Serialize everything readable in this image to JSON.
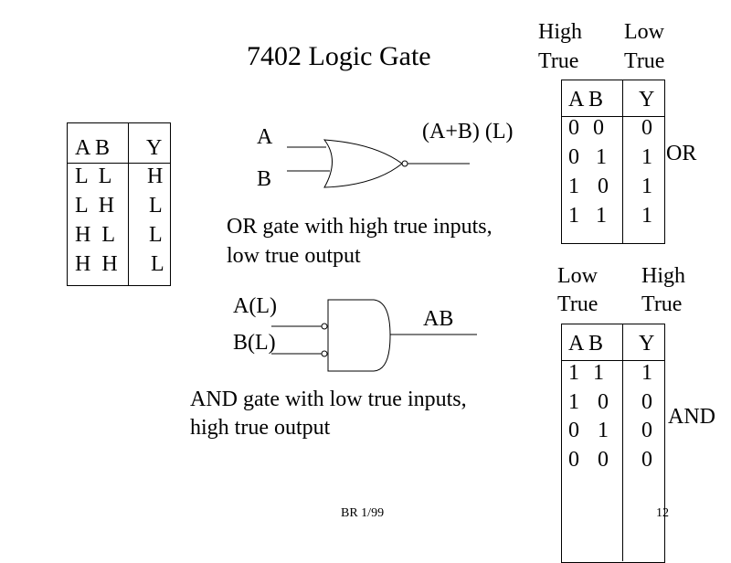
{
  "slide": {
    "title": "7402 Logic Gate",
    "footer_left": "BR 1/99",
    "page_number": "12"
  },
  "hl_table": {
    "header_ab": "A B",
    "header_y": "Y",
    "rows": [
      {
        "ab": "L  L",
        "y": "H"
      },
      {
        "ab": "L  H",
        "y": "L"
      },
      {
        "ab": "H  L",
        "y": "L"
      },
      {
        "ab": "H  H",
        "y": "L"
      }
    ]
  },
  "or_gate": {
    "input_a": "A",
    "input_b": "B",
    "output_label": "(A+B) (L)",
    "caption_line1": "OR gate with high true inputs,",
    "caption_line2": "low true output"
  },
  "and_gate": {
    "input_a": "A(L)",
    "input_b": "B(L)",
    "output_label": "AB",
    "caption_line1": "AND gate with low true inputs,",
    "caption_line2": "high true output"
  },
  "or_table": {
    "input_header_line1": "High",
    "input_header_line2": "True",
    "output_header_line1": "Low",
    "output_header_line2": "True",
    "header_ab": "A B",
    "header_y": "Y",
    "rows": [
      {
        "a": "0",
        "b": "0",
        "y": "0"
      },
      {
        "a": "0",
        "b": "1",
        "y": "1"
      },
      {
        "a": "1",
        "b": "0",
        "y": "1"
      },
      {
        "a": "1",
        "b": "1",
        "y": "1"
      }
    ],
    "side_label": "OR"
  },
  "and_table": {
    "input_header_line1": "Low",
    "input_header_line2": "True",
    "output_header_line1": "High",
    "output_header_line2": "True",
    "header_ab": "A B",
    "header_y": "Y",
    "rows": [
      {
        "a": "1",
        "b": "1",
        "y": "1"
      },
      {
        "a": "1",
        "b": "0",
        "y": "0"
      },
      {
        "a": "0",
        "b": "1",
        "y": "0"
      },
      {
        "a": "0",
        "b": "0",
        "y": "0"
      }
    ],
    "side_label": "AND"
  }
}
